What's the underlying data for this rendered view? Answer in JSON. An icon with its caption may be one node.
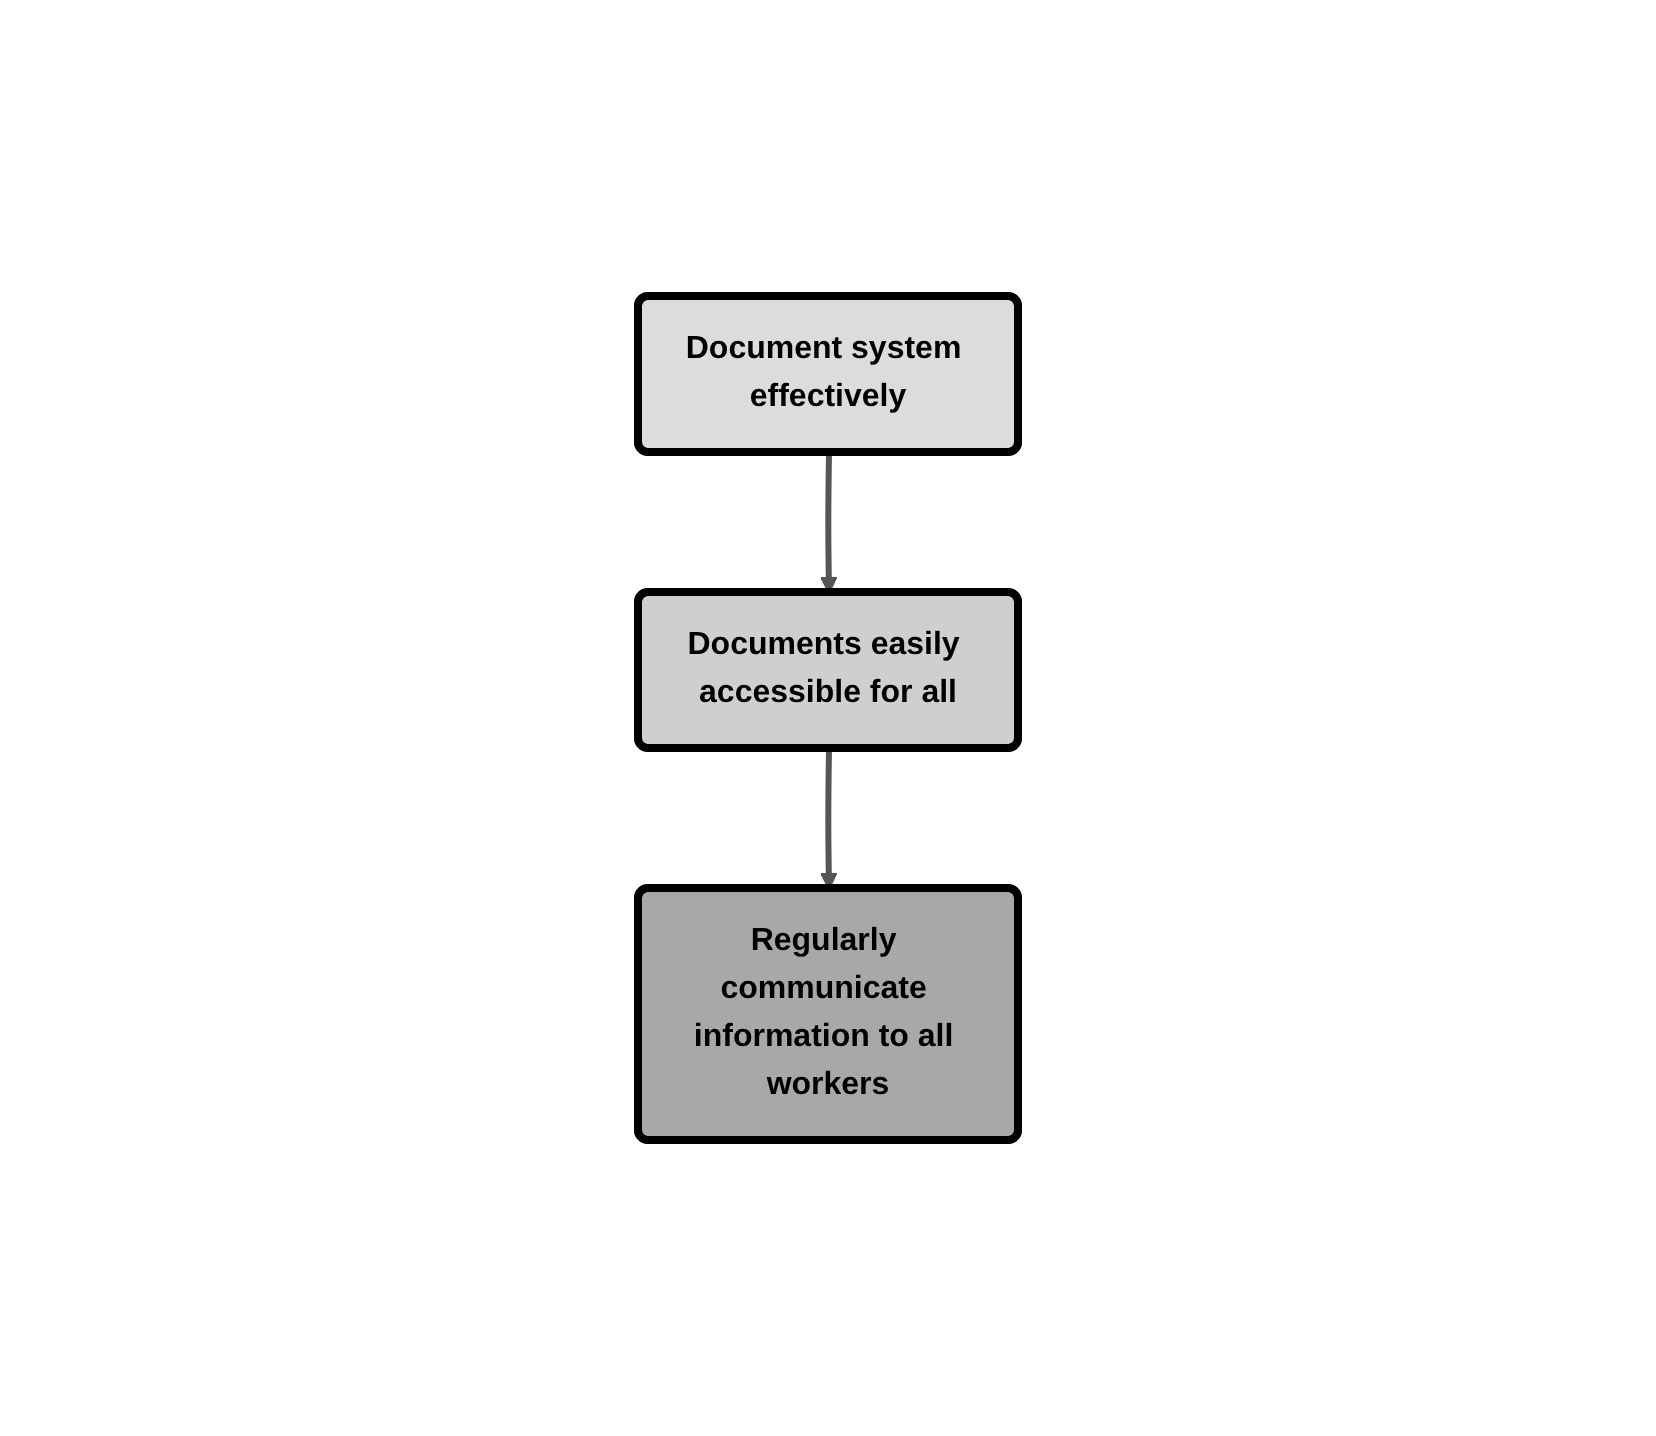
{
  "diagram": {
    "nodes": [
      {
        "text": [
          "Document system effectively"
        ]
      },
      {
        "text": [
          "Documents easily accessible for all"
        ]
      },
      {
        "text": [
          "Regularly communicate information to all workers"
        ]
      }
    ],
    "edges": [
      {
        "from": 0,
        "to": 1,
        "arrow": "to"
      },
      {
        "from": 1,
        "to": 2,
        "arrow": "to"
      }
    ]
  }
}
